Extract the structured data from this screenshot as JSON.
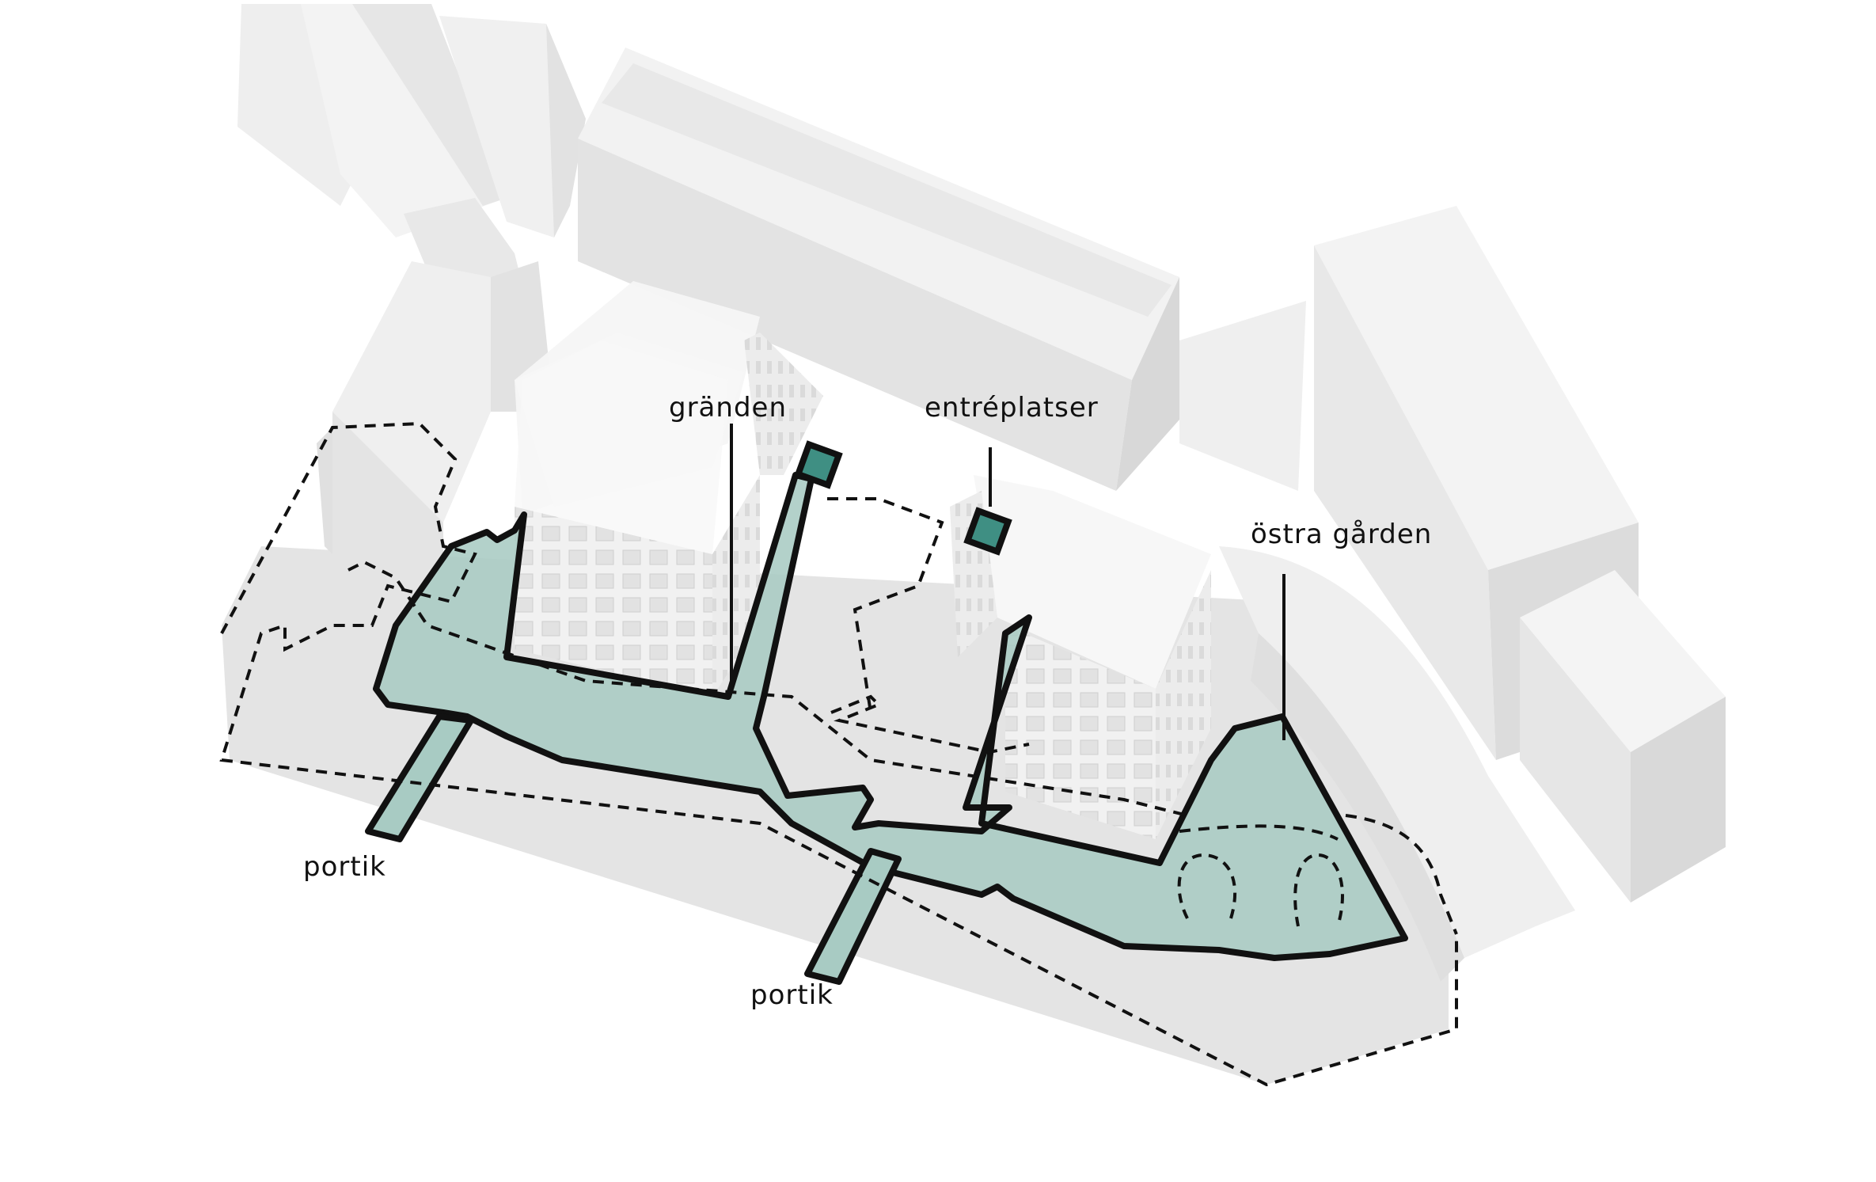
{
  "labels": {
    "granden": "gränden",
    "entreplatser": "entréplatser",
    "ostra_garden": "östra  gården",
    "portik_left": "portik",
    "portik_right": "portik"
  },
  "colors": {
    "courtyard_fill": "#a8cbc3",
    "entrance_fill": "#3f8f83",
    "ground": "#e4e4e4",
    "building_top": "#f4f4f4",
    "building_side": "#e9e9e9",
    "building_shadow": "#dcdcdc",
    "outline": "#111111"
  }
}
